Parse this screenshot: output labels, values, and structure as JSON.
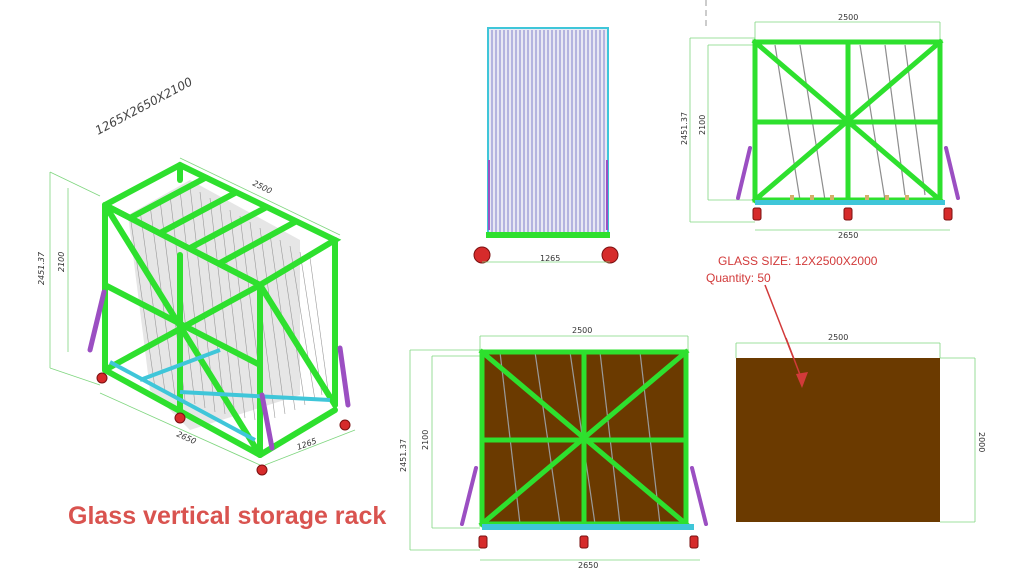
{
  "iso_view": {
    "overall_size": "1265X2650X2100",
    "dim_width": "2500",
    "dim_length": "2650",
    "dim_depth": "1265",
    "dim_height_total": "2451.37",
    "dim_height": "2100"
  },
  "side_view": {
    "dim_depth": "1265"
  },
  "front_view": {
    "dim_top": "2500",
    "dim_bottom": "2650",
    "dim_height_total": "2451.37",
    "dim_height": "2100"
  },
  "loaded_view": {
    "dim_top": "2500",
    "dim_bottom": "2650",
    "dim_height_total": "2451.37",
    "dim_height": "2100"
  },
  "glass_view": {
    "dim_width": "2500",
    "dim_height": "2000"
  },
  "note": {
    "glass_size": "GLASS SIZE: 12X2500X2000",
    "quantity": "Quantity: 50"
  },
  "title": "Glass vertical storage rack",
  "colors": {
    "frame": "#2ee02e",
    "glass_line": "#8a8ad0",
    "brace": "#9b4fc2",
    "wheel": "#d62b2b",
    "glass_fill": "#6b3a00",
    "dimension": "#66c866",
    "note": "#d23a3a"
  }
}
